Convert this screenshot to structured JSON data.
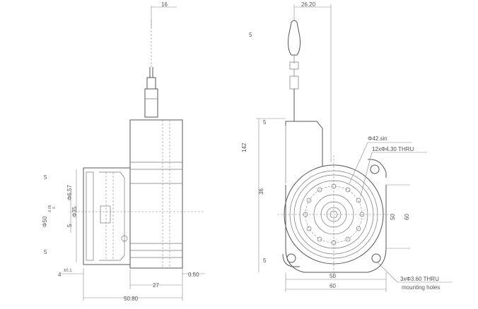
{
  "side_view": {
    "dim_cable_top": "16",
    "dim_dia_a": "Φ6.57",
    "dim_dia_b": "Φ35",
    "dim_dia_c": "Φ50",
    "dim_dia_c_tol_upper": "-0.05",
    "dim_dia_c_tol_lower": "0",
    "dim_flange": "4",
    "dim_flange_tol": "±0.1",
    "dim_width": "27",
    "dim_gap": "0.50",
    "dim_total": "50.80",
    "dim_5a": "5",
    "dim_5b": "5",
    "dim_5c": "5"
  },
  "front_view": {
    "dim_cable_offset": "26.20",
    "dim_height": "142",
    "dim_center_height": "36",
    "dim_right_a": "50",
    "dim_right_b": "60",
    "dim_bottom_a": "50",
    "dim_bottom_b": "60",
    "dim_circle": "Φ42.sin",
    "note_holes_inner": "12xΦ4.30 THRU",
    "note_holes_mount": "3xΦ3.60 THRU",
    "note_mounting": "mounting holes",
    "dim_5a": "5",
    "dim_5b": "5",
    "dim_5c": "5"
  }
}
